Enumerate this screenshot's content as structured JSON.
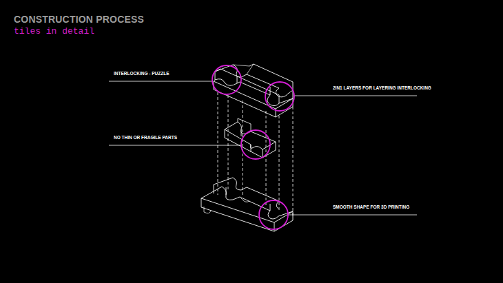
{
  "diagram": {
    "title": "CONSTRUCTION PROCESS",
    "labels": [
      "tiles in detail",
      "INTERLOCKING - PUZZLE",
      "2IN1 LAYERS FOR LAYERING INTERLOCKING",
      "NO THIN OR FRAGILE PARTS",
      "SMOOTH SHAPE FOR 3D PRINTING"
    ]
  }
}
